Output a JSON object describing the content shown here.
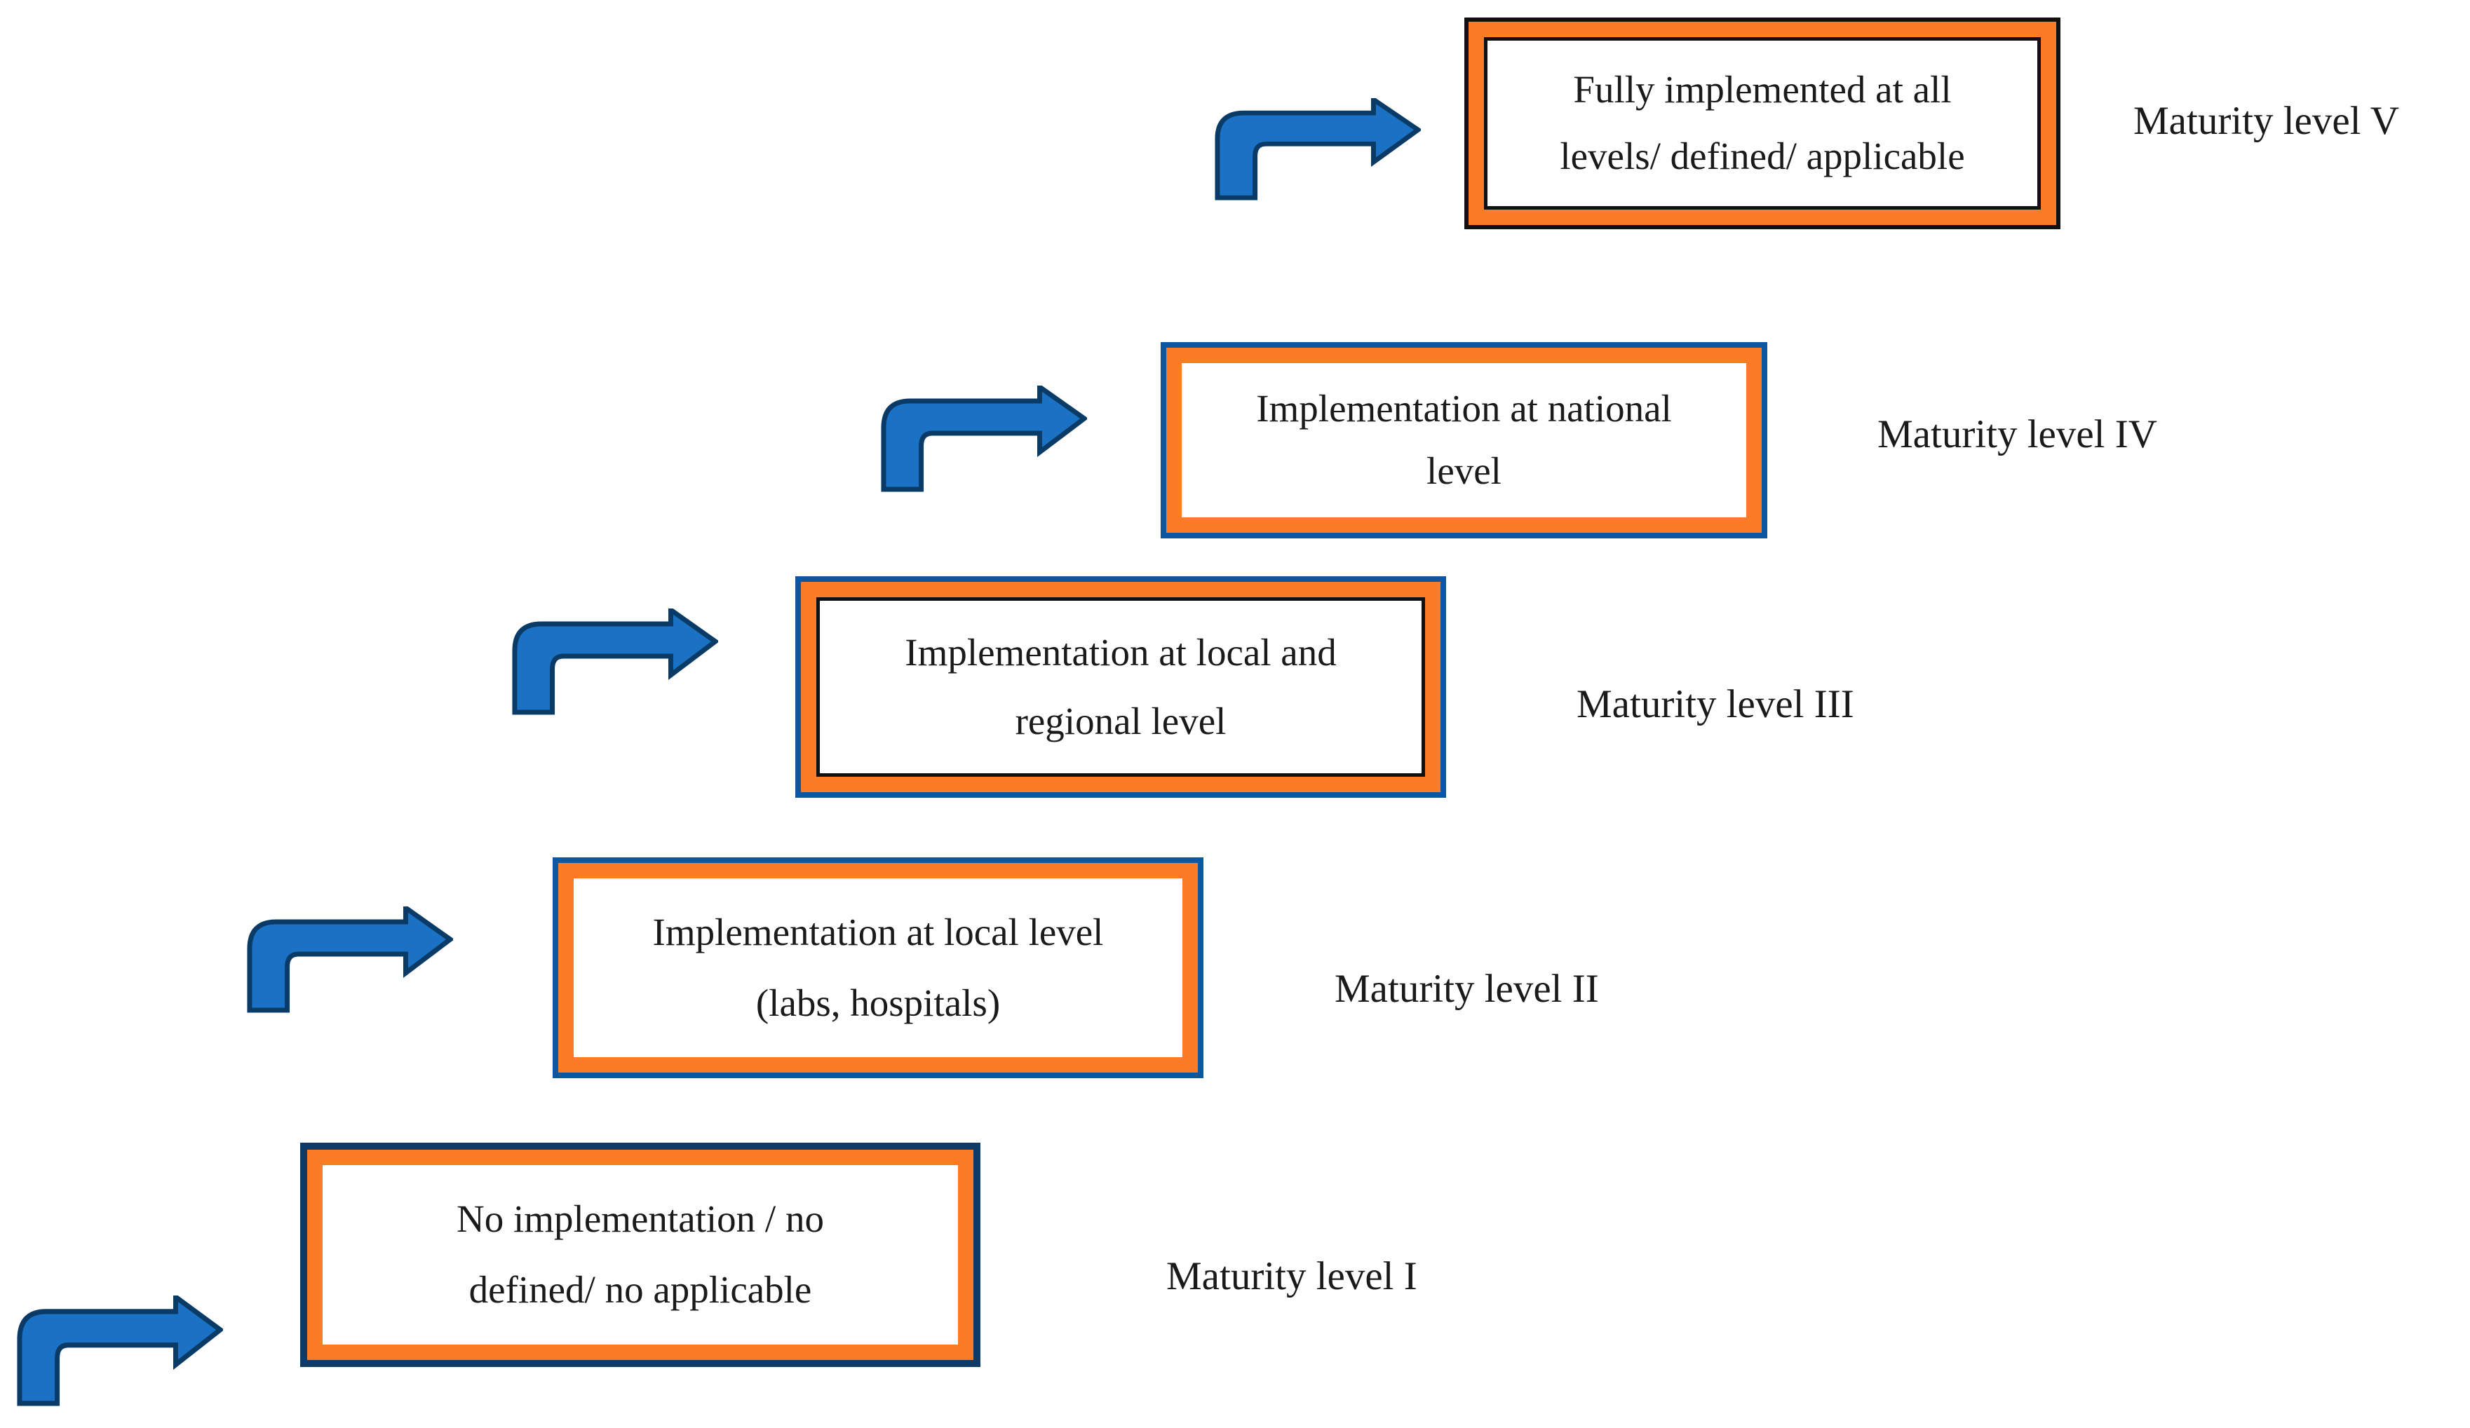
{
  "diagram": {
    "levels": [
      {
        "level": "V",
        "label": "Maturity level V",
        "line1": "Fully implemented at all",
        "line2": "levels/ defined/ applicable"
      },
      {
        "level": "IV",
        "label": "Maturity level IV",
        "line1": "Implementation at national",
        "line2": "level"
      },
      {
        "level": "III",
        "label": "Maturity level III",
        "line1": "Implementation at local and",
        "line2": "regional level"
      },
      {
        "level": "II",
        "label": "Maturity level II",
        "line1": "Implementation at local level",
        "line2": "(labs, hospitals)"
      },
      {
        "level": "I",
        "label": "Maturity level I",
        "line1": "No implementation / no",
        "line2": "defined/ no applicable"
      }
    ]
  },
  "colors": {
    "background": "#FFFFFF",
    "text": "#1A1A1A",
    "orange": "#FB7C26",
    "arrow_fill": "#1B72C4",
    "arrow_outline": "#0A3A66",
    "border_level5": "#111111",
    "border_level4": "#0B57A2",
    "border_level3": "#0B57A2",
    "border_level2": "#0B57A2",
    "border_level1": "#0D3A66",
    "inner_border": "#111111"
  }
}
